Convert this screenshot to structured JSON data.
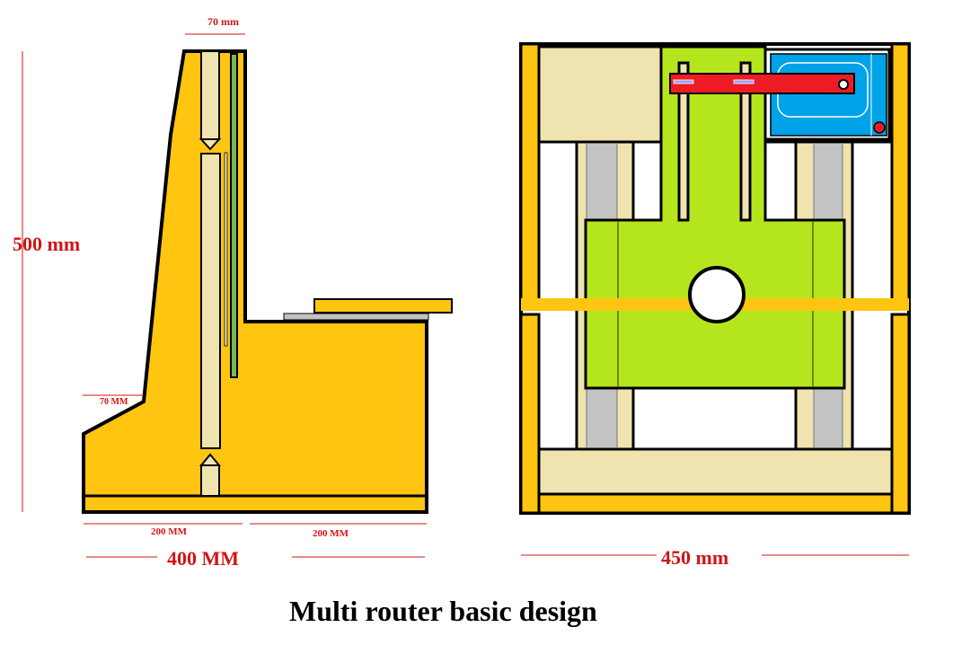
{
  "labels": {
    "top_width": "70 mm",
    "height": "500 mm",
    "step_offset": "70 MM",
    "left_base": "200 MM",
    "right_base": "200 MM",
    "total_depth": "400 MM",
    "front_width": "450 mm",
    "title": "Multi router basic design"
  },
  "colors": {
    "frame_yellow": "#FFC510",
    "outline": "#000000",
    "green_plate": "#B5E61D",
    "cream": "#EFE4B0",
    "gray_rail": "#C3C3C3",
    "dim_red": "#D01515",
    "blue_motor": "#00A2E8",
    "red_arm": "#ED1C24",
    "rod_green": "#76B852"
  }
}
